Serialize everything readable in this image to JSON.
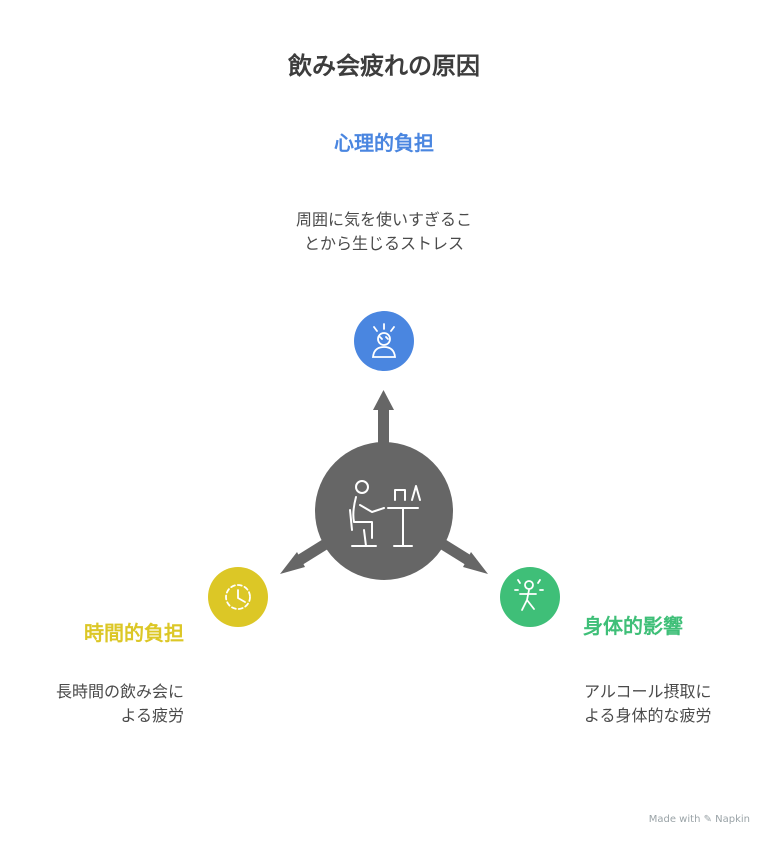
{
  "title": "飲み会疲れの原因",
  "center": {
    "icon": "person-at-desk-icon",
    "color": "#666666"
  },
  "branches": [
    {
      "key": "top",
      "heading": "心理的負担",
      "description_lines": [
        "周囲に気を使いすぎるこ",
        "とから生じるストレス"
      ],
      "icon": "stressed-person-icon",
      "color": "#4a86e0"
    },
    {
      "key": "left",
      "heading": "時間的負担",
      "description_lines": [
        "長時間の飲み会に",
        "よる疲労"
      ],
      "icon": "clock-icon",
      "color": "#dcc726"
    },
    {
      "key": "right",
      "heading": "身体的影響",
      "description_lines": [
        "アルコール摂取に",
        "よる身体的な疲労"
      ],
      "icon": "dizzy-person-icon",
      "color": "#3fbf78"
    }
  ],
  "footer": "Made with ✎ Napkin",
  "colors": {
    "arrow": "#666666",
    "title": "#3d3d3d",
    "text": "#4a4a4a"
  }
}
